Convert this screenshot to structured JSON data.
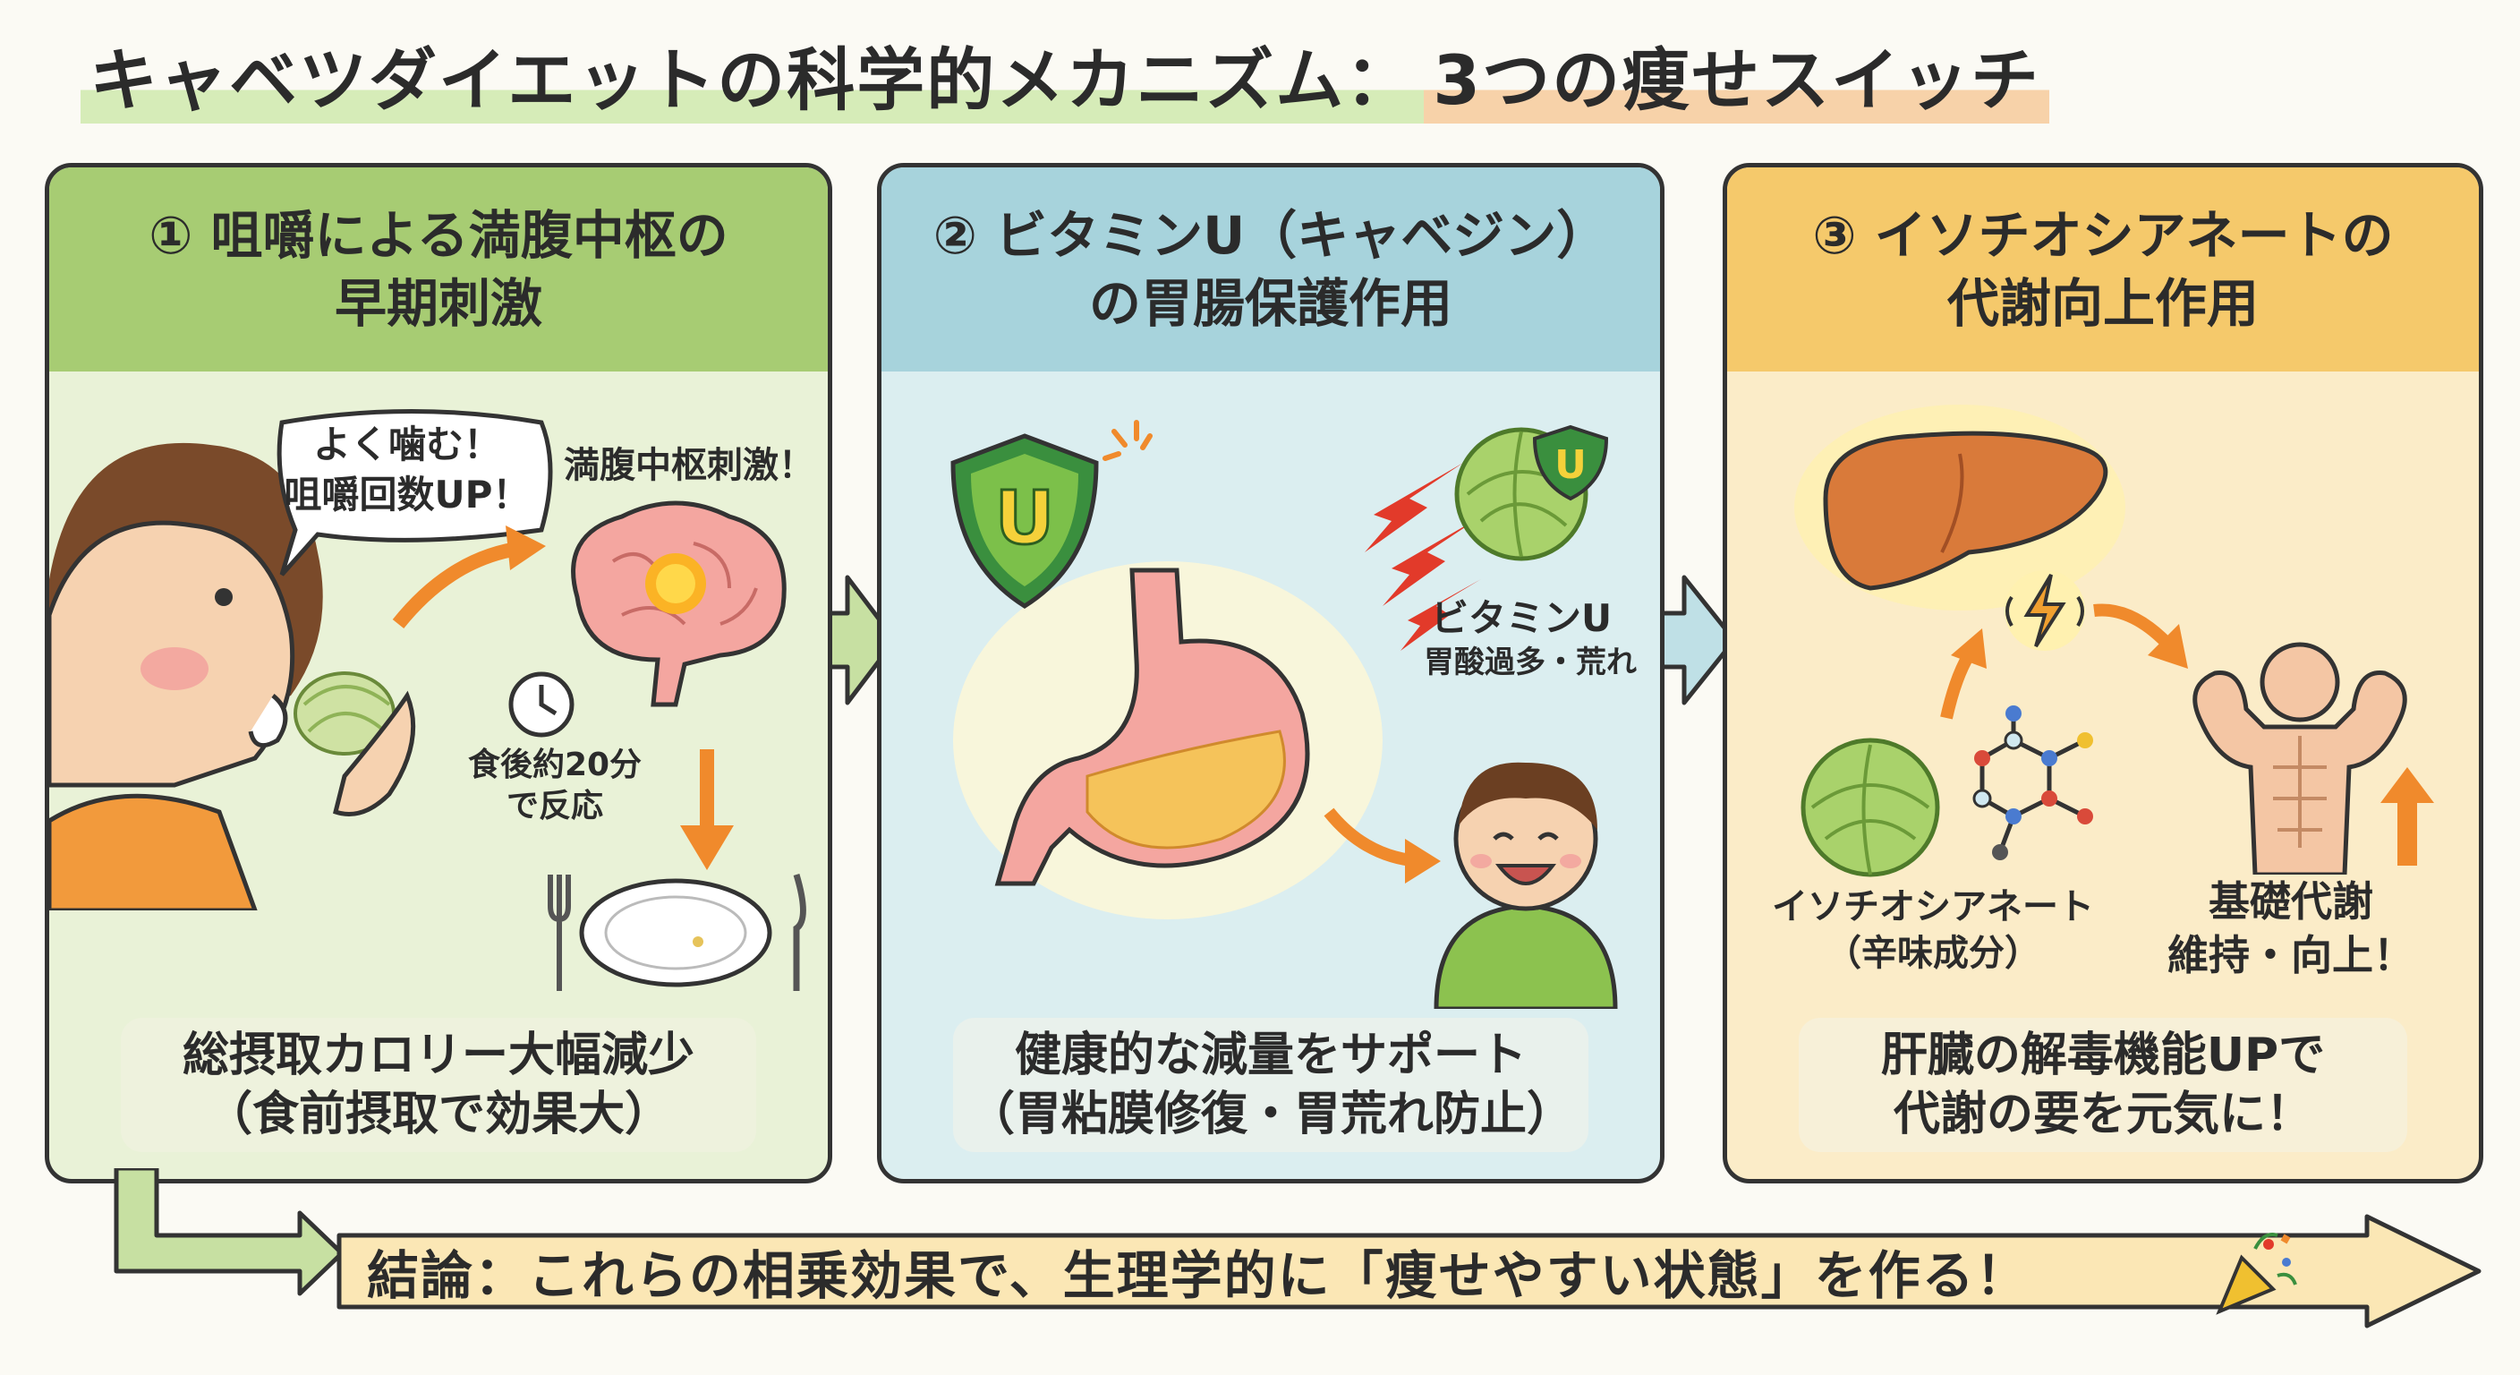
{
  "title": {
    "left": "キャベツダイエットの科学的メカニズム：",
    "right": "3つの痩せスイッチ"
  },
  "colors": {
    "panel1": "#a7cc73",
    "panel2": "#a7d3dc",
    "panel3": "#f5c96b",
    "conclusion": "#fbe7b5"
  },
  "panels": [
    {
      "title_line1": "① 咀嚼による満腹中枢の",
      "title_line2": "早期刺激",
      "speech_line1": "よく噛む！",
      "speech_line2": "咀嚼回数UP！",
      "brain_label": "満腹中枢刺激！",
      "clock_line1": "食後約20分",
      "clock_line2": "で反応",
      "footer_line1": "総摂取カロリー大幅減少",
      "footer_line2": "（食前摂取で効果大）"
    },
    {
      "title_line1": "② ビタミンU（キャベジン）",
      "title_line2": "の胃腸保護作用",
      "shield_letter": "U",
      "vitamin_label": "ビタミンU",
      "acid_label": "胃酸過多・荒れ",
      "footer_line1": "健康的な減量をサポート",
      "footer_line2": "（胃粘膜修復・胃荒れ防止）"
    },
    {
      "title_line1": "③ イソチオシアネートの",
      "title_line2": "代謝向上作用",
      "compound_line1": "イソチオシアネート",
      "compound_line2": "（辛味成分）",
      "metab_line1": "基礎代謝",
      "metab_line2": "維持・向上！",
      "footer_line1": "肝臓の解毒機能UPで",
      "footer_line2": "代謝の要を元気に！"
    }
  ],
  "conclusion": {
    "text": "結論：これらの相乗効果で、生理学的に「痩せやすい状態」を作る！"
  },
  "icons": [
    "person-eating-icon",
    "brain-icon",
    "clock-icon",
    "plate-icon",
    "shield-icon",
    "stomach-icon",
    "cabbage-icon",
    "lightning-icon",
    "smiling-boy-icon",
    "liver-icon",
    "molecule-icon",
    "muscle-body-icon",
    "party-popper-icon"
  ]
}
